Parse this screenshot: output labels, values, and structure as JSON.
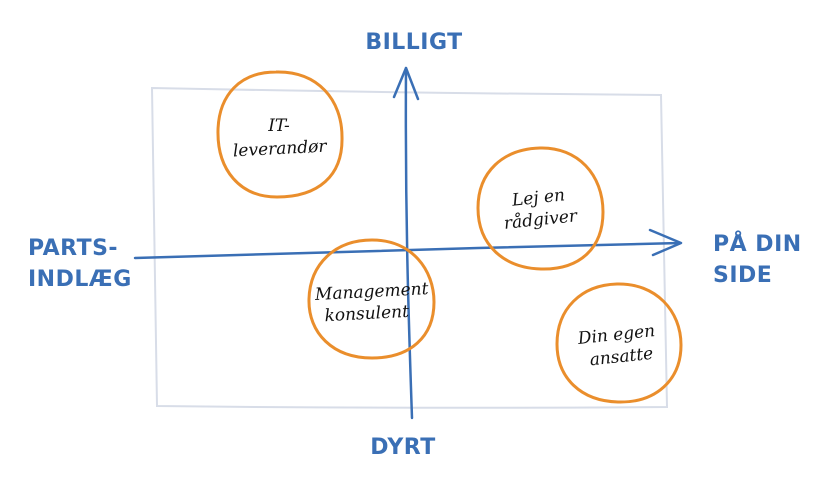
{
  "axes": {
    "top": "BILLIGT",
    "bottom": "DYRT",
    "left": [
      "PARTS-",
      "INDLÆG"
    ],
    "right": [
      "PÅ DIN",
      "SIDE"
    ]
  },
  "nodes": {
    "it_leverandor": [
      "IT-",
      "leverandør"
    ],
    "lej_en_raadgiver": [
      "Lej en",
      "rådgiver"
    ],
    "management_konsulent": [
      "Management",
      "konsulent"
    ],
    "din_egen_ansatte": [
      "Din egen",
      "ansatte"
    ]
  },
  "colors": {
    "axis": "#3a6fb5",
    "frame": "#d8dde8",
    "circle": "#ea8e2c",
    "text": "#111111"
  }
}
